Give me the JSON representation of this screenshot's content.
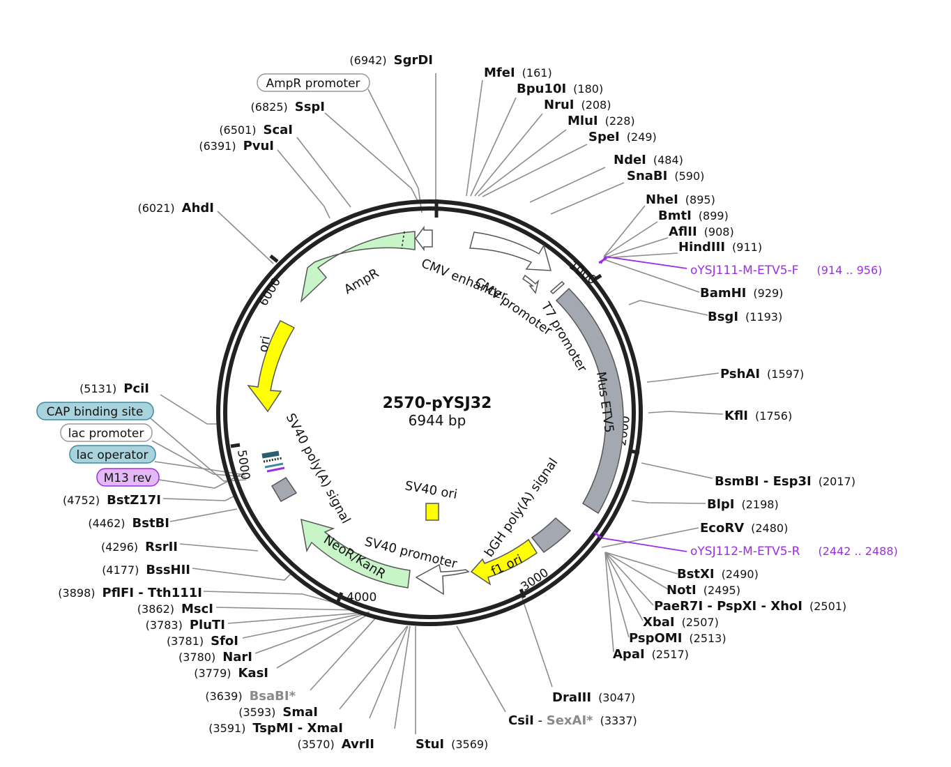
{
  "plasmid": {
    "name": "2570-pYSJ32",
    "length_label": "6944 bp"
  },
  "tick_labels": [
    "1000",
    "2000",
    "3000",
    "4000",
    "5000",
    "6000"
  ],
  "sites": {
    "SgrDI": {
      "name": "SgrDI",
      "pos": "(6942)"
    },
    "MfeI": {
      "name": "MfeI",
      "pos": "(161)"
    },
    "Bpu10I": {
      "name": "Bpu10I",
      "pos": "(180)"
    },
    "NruI": {
      "name": "NruI",
      "pos": "(208)"
    },
    "MluI": {
      "name": "MluI",
      "pos": "(228)"
    },
    "SpeI": {
      "name": "SpeI",
      "pos": "(249)"
    },
    "NdeI": {
      "name": "NdeI",
      "pos": "(484)"
    },
    "SnaBI": {
      "name": "SnaBI",
      "pos": "(590)"
    },
    "NheI": {
      "name": "NheI",
      "pos": "(895)"
    },
    "BmtI": {
      "name": "BmtI",
      "pos": "(899)"
    },
    "AflII": {
      "name": "AflII",
      "pos": "(908)"
    },
    "HindIII": {
      "name": "HindIII",
      "pos": "(911)"
    },
    "BamHI": {
      "name": "BamHI",
      "pos": "(929)"
    },
    "BsgI": {
      "name": "BsgI",
      "pos": "(1193)"
    },
    "PshAI": {
      "name": "PshAI",
      "pos": "(1597)"
    },
    "KflI": {
      "name": "KflI",
      "pos": "(1756)"
    },
    "BsmBI": {
      "name": "BsmBI - Esp3I",
      "pos": "(2017)"
    },
    "BlpI": {
      "name": "BlpI",
      "pos": "(2198)"
    },
    "EcoRV": {
      "name": "EcoRV",
      "pos": "(2480)"
    },
    "BstXI": {
      "name": "BstXI",
      "pos": "(2490)"
    },
    "NotI": {
      "name": "NotI",
      "pos": "(2495)"
    },
    "PaeR7I": {
      "name": "PaeR7I - PspXI - XhoI",
      "pos": "(2501)"
    },
    "XbaI": {
      "name": "XbaI",
      "pos": "(2507)"
    },
    "PspOMI": {
      "name": "PspOMI",
      "pos": "(2513)"
    },
    "ApaI": {
      "name": "ApaI",
      "pos": "(2517)"
    },
    "DraIII": {
      "name": "DraIII",
      "pos": "(3047)"
    },
    "CsiI": {
      "name": "CsiI",
      "sep": " - ",
      "name2": "SexAI*",
      "pos": "(3337)"
    },
    "StuI": {
      "name": "StuI",
      "pos": "(3569)"
    },
    "AvrII": {
      "name": "AvrII",
      "pos": "(3570)"
    },
    "TspMI": {
      "name": "TspMI - XmaI",
      "pos": "(3591)"
    },
    "SmaI": {
      "name": "SmaI",
      "pos": "(3593)"
    },
    "BsaBI": {
      "name": "BsaBI*",
      "pos": "(3639)"
    },
    "KasI": {
      "name": "KasI",
      "pos": "(3779)"
    },
    "NarI": {
      "name": "NarI",
      "pos": "(3780)"
    },
    "SfoI": {
      "name": "SfoI",
      "pos": "(3781)"
    },
    "PluTI": {
      "name": "PluTI",
      "pos": "(3783)"
    },
    "MscI": {
      "name": "MscI",
      "pos": "(3862)"
    },
    "PflFI": {
      "name": "PflFI - Tth111I",
      "pos": "(3898)"
    },
    "BssHII": {
      "name": "BssHII",
      "pos": "(4177)"
    },
    "RsrII": {
      "name": "RsrII",
      "pos": "(4296)"
    },
    "BstBI": {
      "name": "BstBI",
      "pos": "(4462)"
    },
    "BstZ17I": {
      "name": "BstZ17I",
      "pos": "(4752)"
    },
    "PciI": {
      "name": "PciI",
      "pos": "(5131)"
    },
    "AhdI": {
      "name": "AhdI",
      "pos": "(6021)"
    },
    "PvuI": {
      "name": "PvuI",
      "pos": "(6391)"
    },
    "ScaI": {
      "name": "ScaI",
      "pos": "(6501)"
    },
    "SspI": {
      "name": "SspI",
      "pos": "(6825)"
    }
  },
  "primers": {
    "fwd": {
      "name": "oYSJ111-M-ETV5-F",
      "range": "(914 .. 956)"
    },
    "rev": {
      "name": "oYSJ112-M-ETV5-R",
      "range": "(2442 .. 2488)"
    }
  },
  "boxed_features": {
    "ampr_promoter": "AmpR promoter",
    "cap_binding_site": "CAP binding site",
    "lac_promoter": "lac promoter",
    "lac_operator": "lac operator",
    "m13_rev": "M13 rev"
  },
  "features": {
    "cmv_enhancer": "CMV enhancer",
    "cmv_promoter": "CMV promoter",
    "t7_promoter": "T7 promoter",
    "mus_etv5": "Mus ETV5",
    "bgh_polya": "bGH poly(A) signal",
    "f1_ori": "f1 ori",
    "sv40_promoter": "SV40 promoter",
    "neor_kanr": "NeoR/KanR",
    "sv40_polya": "SV40 poly(A) signal",
    "sv40_ori": "SV40 ori",
    "ori": "ori",
    "ampr": "AmpR"
  },
  "colors": {
    "backbone": "#222222",
    "leader": "#8c8c8c",
    "primer": "#9b2ee6",
    "ampr_fill": "#c8f5c8",
    "ori_fill": "#ffff00",
    "insert_fill": "#a4a8b0",
    "cap_fill": "#a9d3dc",
    "m13_fill": "#e2b8f5"
  }
}
